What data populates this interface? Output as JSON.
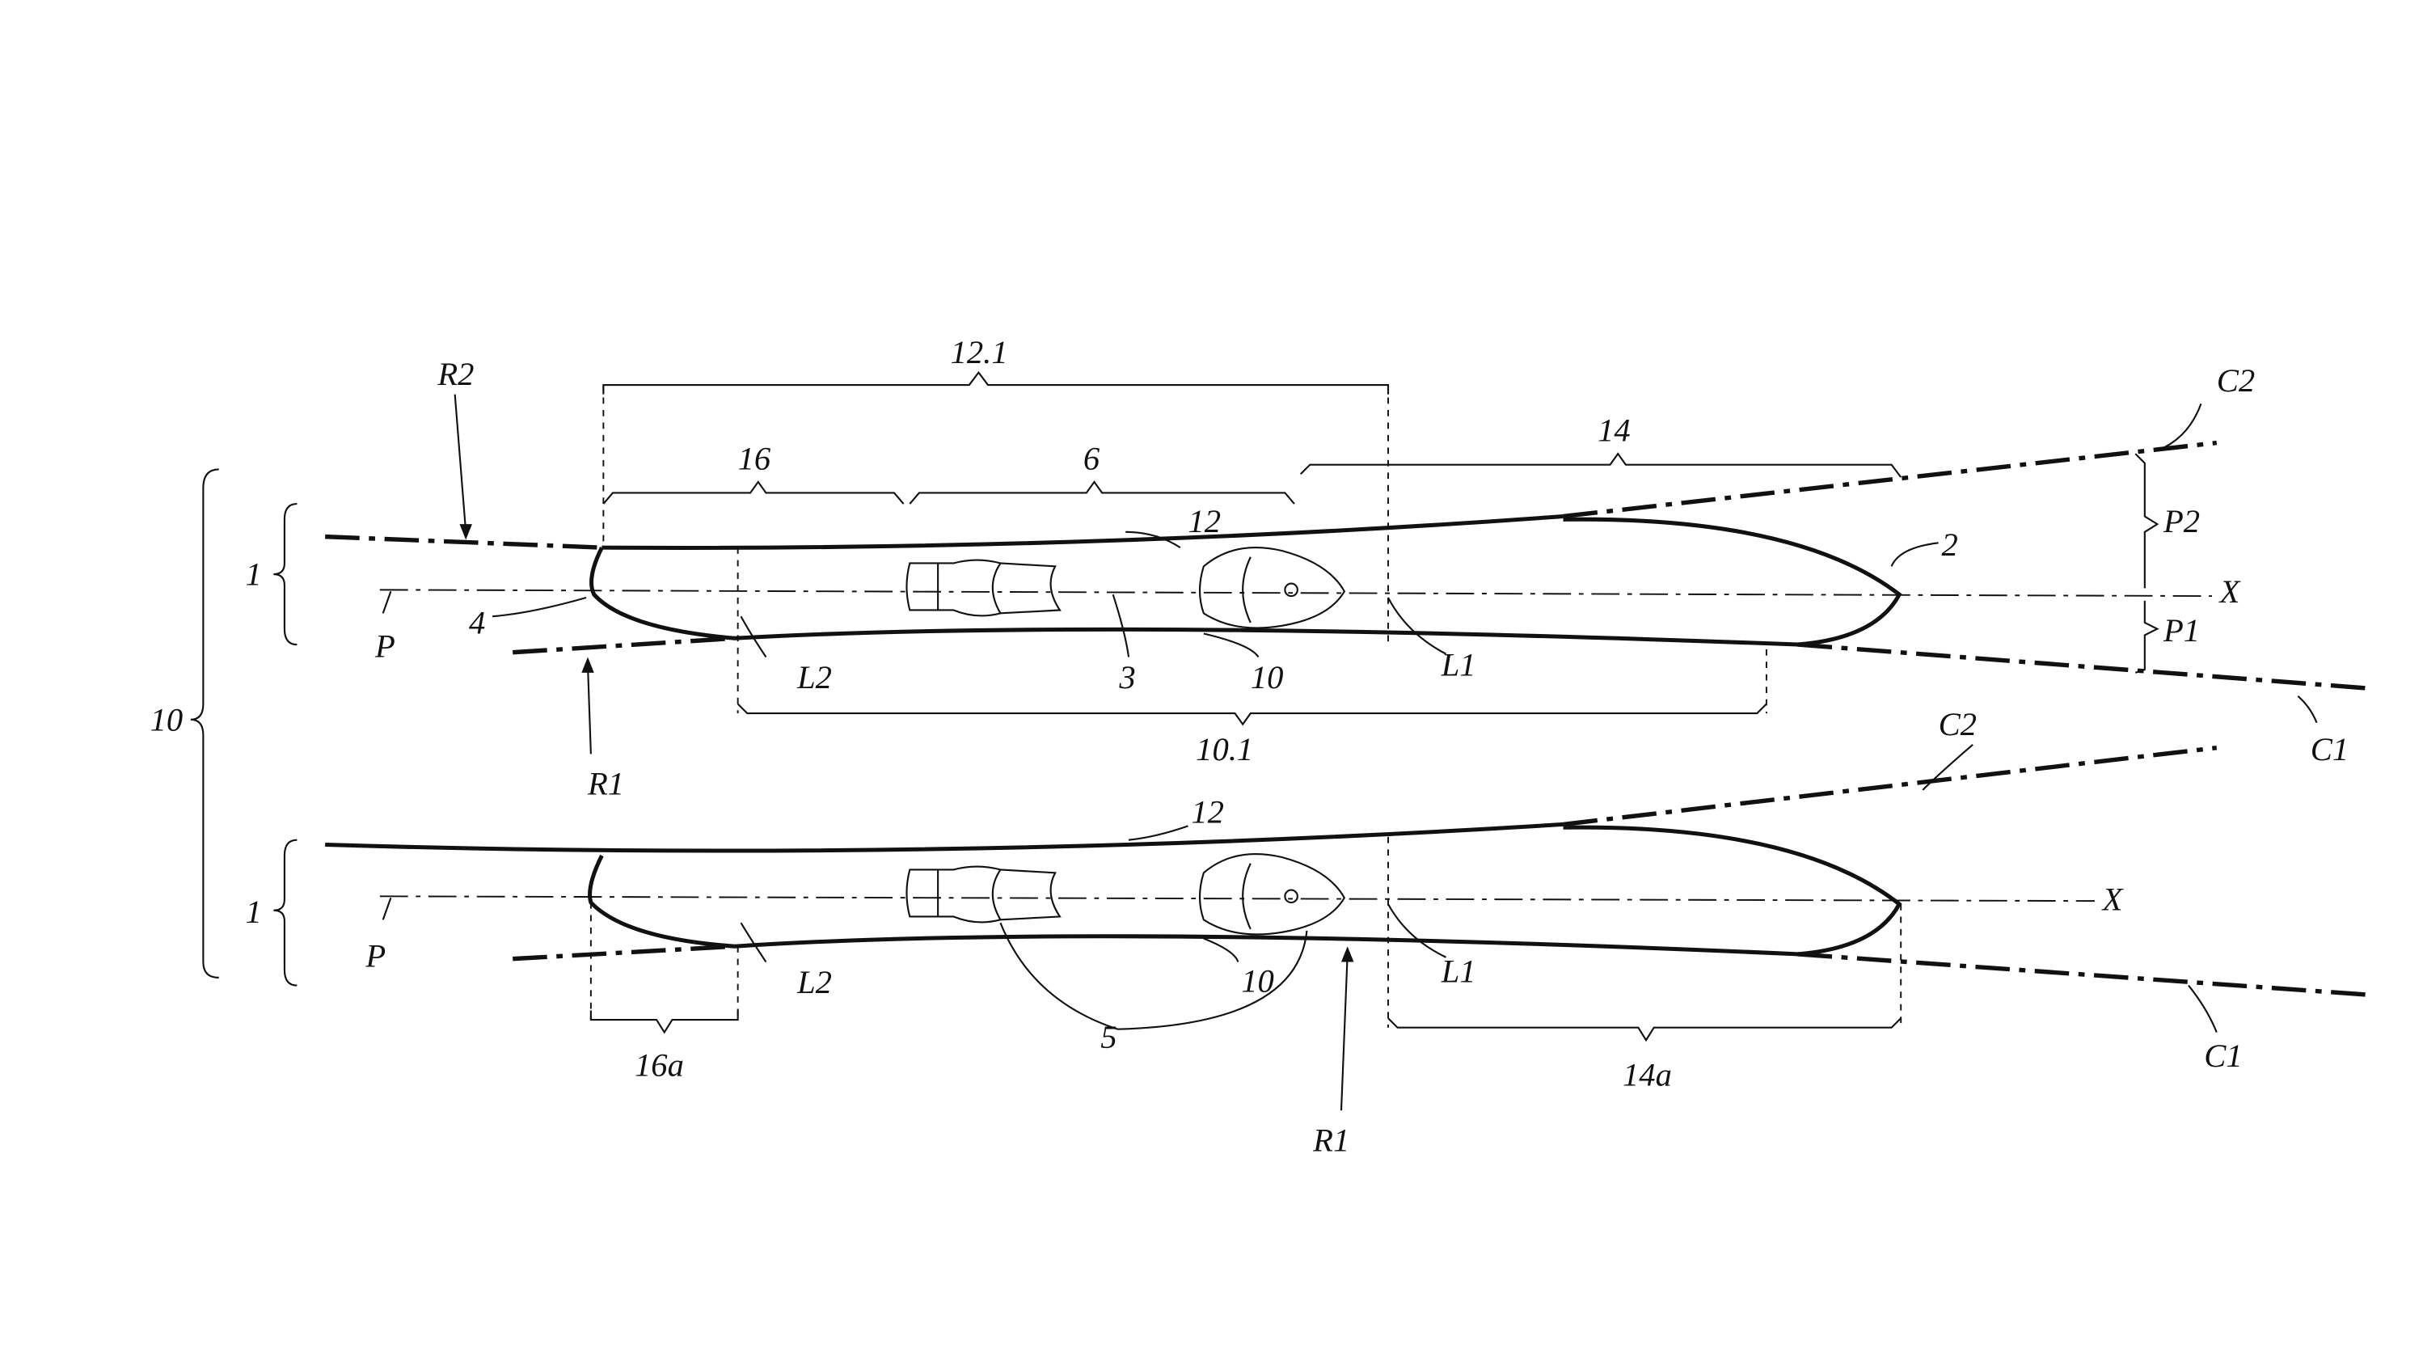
{
  "figure": {
    "top": {
      "labels": {
        "r2": "R2",
        "l121": "12.1",
        "l16": "16",
        "l6": "6",
        "l14": "14",
        "c2": "C2",
        "l1": "1",
        "l12": "12",
        "l2": "2",
        "p2": "P2",
        "x": "X",
        "p1": "P1",
        "l4": "4",
        "p": "P",
        "lL2": "L2",
        "l3": "3",
        "l10": "10",
        "lL1": "L1",
        "r1": "R1",
        "l101": "10.1",
        "c1": "C1"
      }
    },
    "bottom": {
      "labels": {
        "c2": "C2",
        "l12": "12",
        "l1": "1",
        "x": "X",
        "p": "P",
        "lL2": "L2",
        "l10": "10",
        "lL1": "L1",
        "c1": "C1",
        "l5": "5",
        "l16a": "16a",
        "l14a": "14a",
        "r1": "R1"
      }
    },
    "outer_brace_label": "10"
  }
}
